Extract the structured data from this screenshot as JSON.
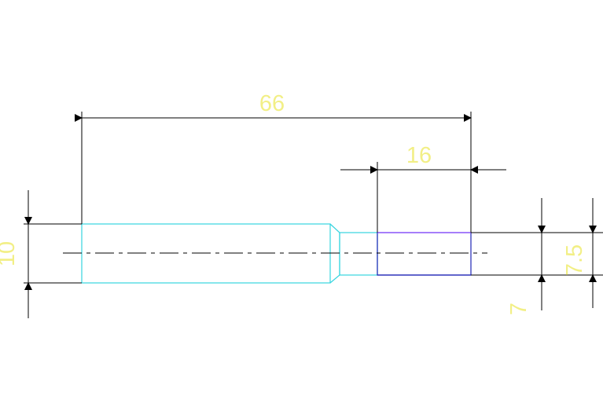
{
  "dimensions": {
    "overall_length": "66",
    "small_end_length": "16",
    "large_diameter": "10",
    "small_diameter": "7.5",
    "inner_diameter": "7"
  },
  "colors": {
    "dimension_line": "#000000",
    "part_outline_cyan": "#35d4df",
    "part_outline_blue": "#1f26b6",
    "dimension_text": "#f2ef86",
    "background": "#ffffff"
  }
}
